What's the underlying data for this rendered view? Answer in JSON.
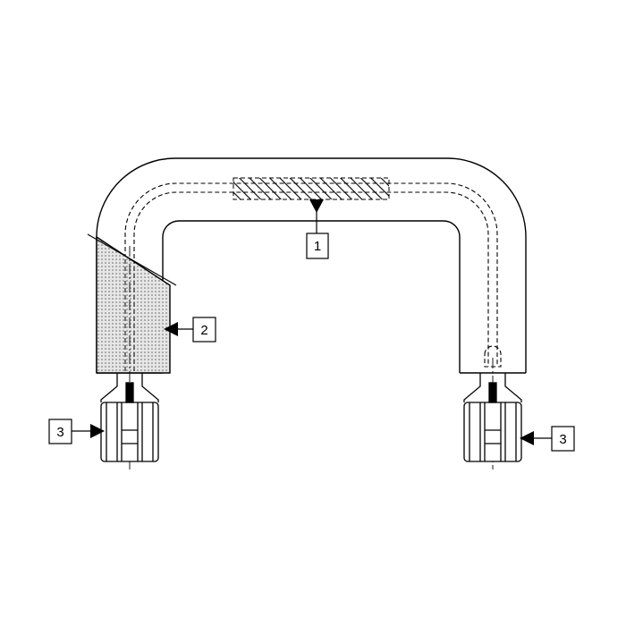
{
  "diagram": {
    "callouts": [
      {
        "id": "c1",
        "label": "1"
      },
      {
        "id": "c2",
        "label": "2"
      },
      {
        "id": "c3a",
        "label": "3"
      },
      {
        "id": "c3b",
        "label": "3"
      }
    ]
  }
}
